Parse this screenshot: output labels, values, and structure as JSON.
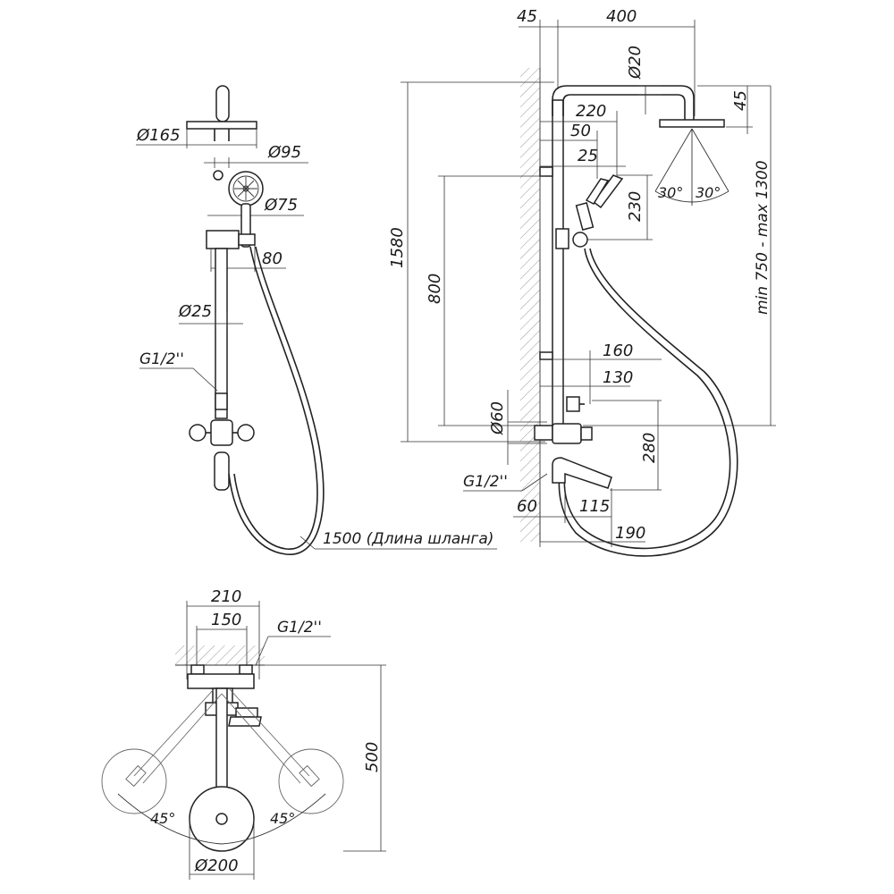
{
  "front_view": {
    "d165": "Ø165",
    "d95": "Ø95",
    "d75": "Ø75",
    "w80": "80",
    "d25": "Ø25",
    "thread": "G1/2''",
    "hose_length": "1500 (Длина шланга)"
  },
  "side_view": {
    "w45": "45",
    "w400": "400",
    "d20": "Ø20",
    "h45": "45",
    "w220": "220",
    "w50": "50",
    "w25": "25",
    "h230": "230",
    "angle_left": "30°",
    "angle_right": "30°",
    "height_range": "min 750 - max 1300",
    "h1580": "1580",
    "h800": "800",
    "w160": "160",
    "w130": "130",
    "d60": "Ø60",
    "h280": "280",
    "thread": "G1/2''",
    "w60": "60",
    "w115": "115",
    "w190": "190"
  },
  "top_view": {
    "w210": "210",
    "w150": "150",
    "thread": "G1/2''",
    "h500": "500",
    "angle_left": "45°",
    "angle_right": "45°",
    "d200": "Ø200"
  }
}
